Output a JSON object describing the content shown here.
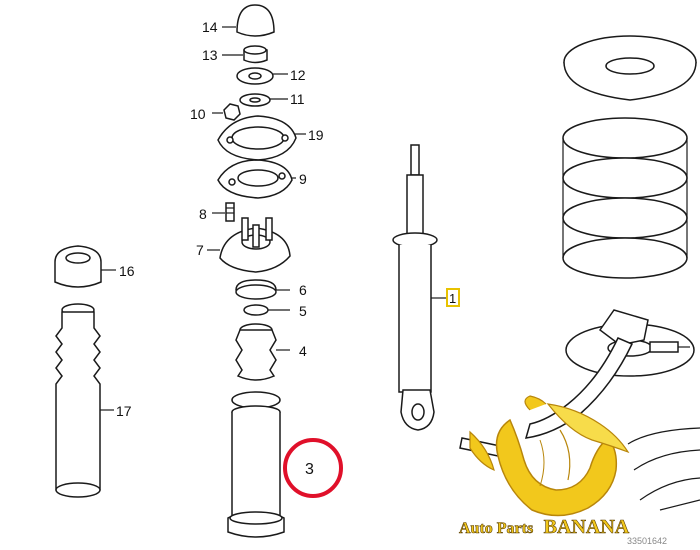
{
  "diagram": {
    "labels": {
      "p14": "14",
      "p13": "13",
      "p12": "12",
      "p11": "11",
      "p10": "10",
      "p19": "19",
      "p9": "9",
      "p8": "8",
      "p7": "7",
      "p16": "16",
      "p6": "6",
      "p5": "5",
      "p4": "4",
      "p17": "17",
      "p3": "3",
      "p1": "1"
    },
    "catalog_number": "33501642"
  },
  "watermark": {
    "brand_prefix": "Auto Parts",
    "brand_name": "BANANA"
  },
  "colors": {
    "highlight_circle": "#e0102a",
    "label_box": "#e8c200",
    "banana_yellow": "#f2c81c",
    "banana_text": "#f2c81c"
  }
}
